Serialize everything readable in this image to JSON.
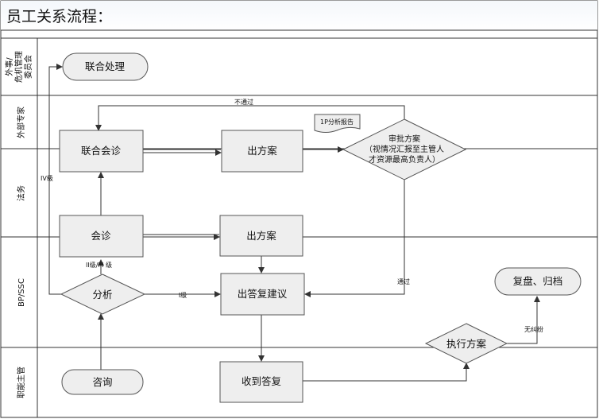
{
  "title": "员工关系流程：",
  "lanes": [
    {
      "label_lines": [
        "外事/",
        "危机管理",
        "委员会"
      ]
    },
    {
      "label_lines": [
        "外部专家"
      ]
    },
    {
      "label_lines": [
        "法务"
      ]
    },
    {
      "label_lines": [
        "BP/SSC"
      ]
    },
    {
      "label_lines": [
        "职能主管"
      ]
    }
  ],
  "nodes": {
    "joint_processing": "联合处理",
    "joint_consultation": "联合会诊",
    "proposal_upper": "出方案",
    "approval_lines": [
      "审批方案",
      "（视情况汇报至主管人",
      "才资源最高负责人）"
    ],
    "consultation": "会诊",
    "proposal_lower": "出方案",
    "analysis": "分析",
    "reply_suggestion": "出答复建议",
    "review_archive": "复盘、归档",
    "execute_plan": "执行方案",
    "inquiry": "咨询",
    "receive_reply": "收到答复",
    "report_doc": "1P分析报告"
  },
  "edge_labels": {
    "not_passed": "不通过",
    "passed": "通过",
    "level_iv": "IV级",
    "level_ii_iii": "II级/III 级",
    "level_i": "I级",
    "no_dispute": "无纠纷"
  },
  "colors": {
    "border": "#333333",
    "box_fill": "#eeeeee",
    "box_stroke": "#555555",
    "line": "#333333"
  }
}
